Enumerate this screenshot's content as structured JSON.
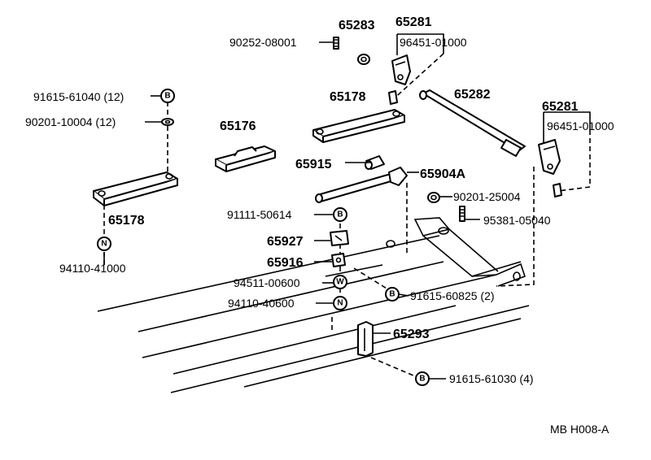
{
  "code": "MB H008-A",
  "labels": {
    "p65283": "65283",
    "p65281a": "65281",
    "p90252": "90252-08001",
    "p96451a": "96451-01000",
    "p91615_61040": "91615-61040 (12)",
    "p90201_10004": "90201-10004 (12)",
    "p65178a": "65178",
    "p65282": "65282",
    "p65176": "65176",
    "p65281b": "65281",
    "p96451b": "96451-01000",
    "p65915": "65915",
    "p65904a": "65904A",
    "p65178b": "65178",
    "p90201_25004": "90201-25004",
    "p91111": "91111-50614",
    "p95381": "95381-05040",
    "p65927": "65927",
    "p94110_41000": "94110-41000",
    "p65916": "65916",
    "p94511": "94511-00600",
    "p91615_60825": "91615-60825 (2)",
    "p94110_40600": "94110-40600",
    "p65293": "65293",
    "p91615_61030": "91615-61030 (4)"
  },
  "symbols": {
    "bolt": "B",
    "nut": "N",
    "washer": "W"
  }
}
